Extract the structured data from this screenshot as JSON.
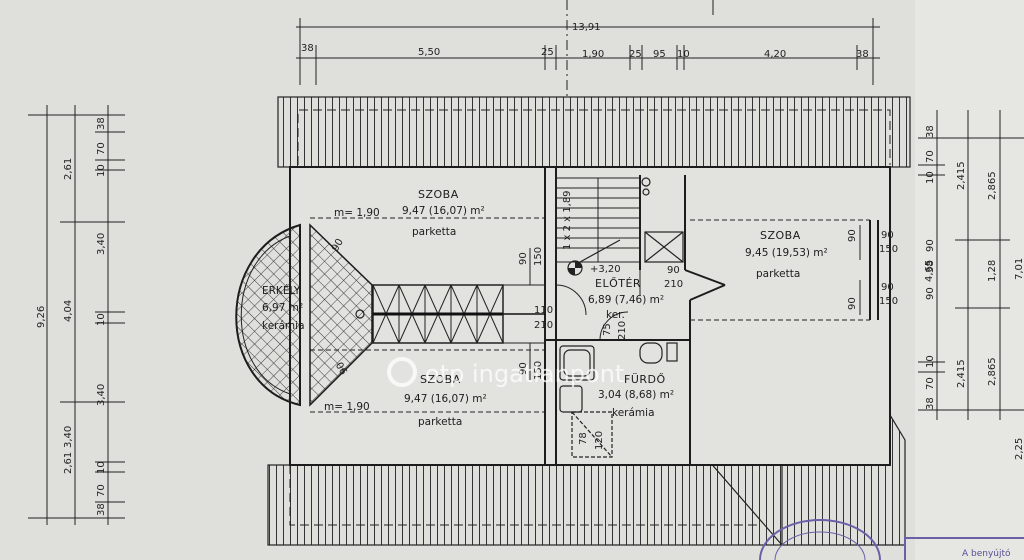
{
  "dimensions": {
    "total_width": "13,91",
    "top_segments": [
      "38",
      "5,50",
      "25",
      "1,90",
      "25",
      "95",
      "10",
      "4,20",
      "38"
    ],
    "left_total": "9,26",
    "left_mid": [
      "2,61",
      "4,04",
      "3,40",
      "2,61"
    ],
    "left_inner": [
      "38",
      "70",
      "10",
      "3,40",
      "10",
      "3,40",
      "10",
      "70",
      "38"
    ],
    "right_outer": [
      "2,865",
      "1,28",
      "2,865"
    ],
    "right_total": "7,01",
    "right_mid": [
      "2,415",
      "4,65",
      "2,415"
    ],
    "right_inner": [
      "38",
      "70",
      "10",
      "90",
      "38",
      "90",
      "10",
      "70",
      "38"
    ],
    "right_bottom": "2,25"
  },
  "rooms": {
    "room_top_left": {
      "name": "SZOBA",
      "area": "9,47 (16,07) m²",
      "floor": "parketta",
      "m": "m= 1,90"
    },
    "room_bottom_left": {
      "name": "SZOBA",
      "area": "9,47 (16,07) m²",
      "floor": "parketta",
      "m": "m= 1,90"
    },
    "room_right": {
      "name": "SZOBA",
      "area": "9,45 (19,53) m²",
      "floor": "parketta"
    },
    "hall": {
      "name": "ELŐTÉR",
      "area": "6,89 (7,46) m²",
      "floor": "ker."
    },
    "bath": {
      "name": "FÜRDŐ",
      "area": "3,04 (8,68) m²",
      "floor": "kerámia"
    },
    "balcony": {
      "name": "ERKÉLY",
      "area": "6,97 m²",
      "floor": "kerámia"
    }
  },
  "openings": {
    "stair": "1 x 2 x 1,89",
    "level": "+3,20",
    "d90": "90",
    "d150": "150",
    "d210": "210",
    "d110": "110",
    "d75": "75",
    "d78": "78",
    "d120": "120"
  },
  "stamps": {
    "watermark": "otp ingatlanpont",
    "stamp_text": "A benyújtó"
  }
}
